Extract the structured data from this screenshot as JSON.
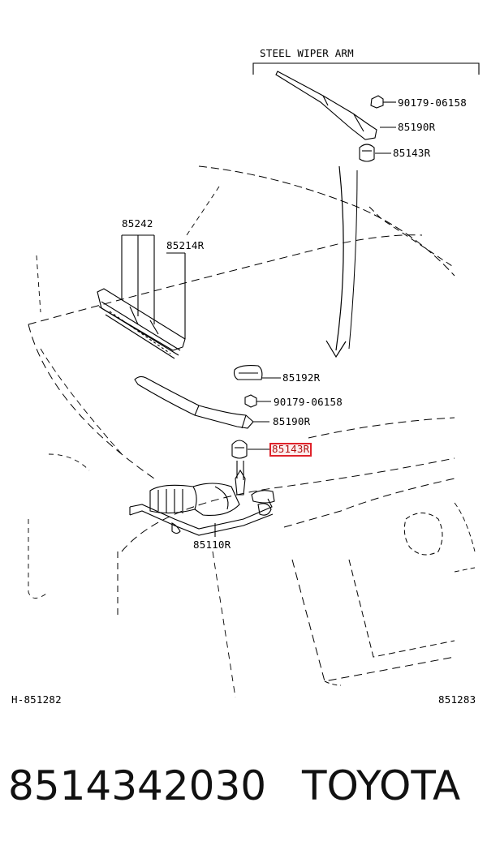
{
  "diagram": {
    "header_label": "STEEL WIPER ARM",
    "callouts": {
      "nut_top": "90179-06158",
      "arm_top": "85190R",
      "cap_top": "85143R",
      "blade": "85242",
      "blade_rubber": "85214R",
      "arm_cover": "85192R",
      "nut_mid": "90179-06158",
      "arm_mid": "85190R",
      "cap_mid": "85143R",
      "motor": "85110R"
    },
    "ref_left": "H-851282",
    "ref_right": "851283",
    "highlight_color": "#e0222a"
  },
  "footer": {
    "part_number": "8514342030",
    "brand": "TOYOTA"
  }
}
